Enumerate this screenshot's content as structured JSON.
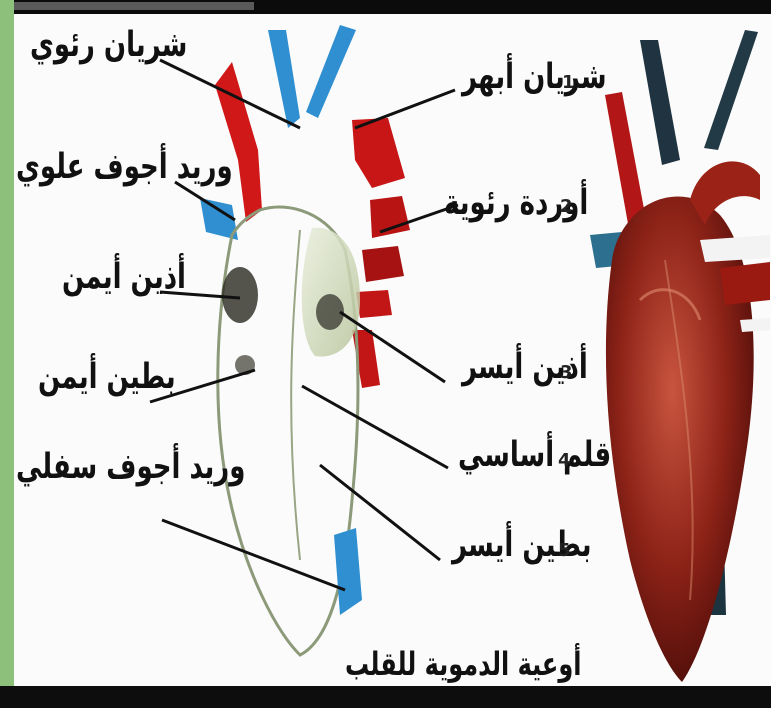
{
  "labels": {
    "left": [
      "شريان رئوي",
      "وريد أجوف علوي",
      "أذين أيمن",
      "بطين أيمن",
      "وريد أجوف سفلي"
    ],
    "right": [
      "شريان أبهر",
      "أوردة رئوية",
      "أذين أيسر",
      "قلم أساسي",
      "بطين أيسر"
    ],
    "right_numbers": [
      "1",
      "2",
      "3",
      "4",
      "5"
    ],
    "bottom": "أوعية الدموية للقلب"
  },
  "colors": {
    "artery": "#d01818",
    "vein": "#2f8fd0",
    "heart_muscle": "#8e2318",
    "frame": "#8dc07a"
  }
}
